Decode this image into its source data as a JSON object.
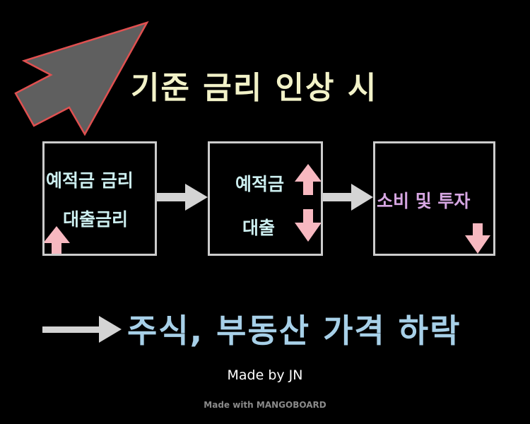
{
  "title": "기준 금리 인상 시",
  "boxes": [
    {
      "line1": "예적금 금리",
      "line2": "대출금리"
    },
    {
      "line1": "예적금",
      "line2": "대출"
    },
    {
      "line1": "소비 및 투자"
    }
  ],
  "result": "주식, 부동산 가격 하락",
  "credit": "Made by JN",
  "footer": "Made with MANGOBOARD",
  "colors": {
    "cursor_fill": "#5f5f5f",
    "cursor_stroke": "#e05050",
    "arrow_gray": "#d4d4d4",
    "pink": "#f7b8c0",
    "title": "#f2f2c8",
    "cyan_text": "#cdeff0",
    "lavender_text": "#d6a6e2",
    "result_text": "#a7d0e8"
  }
}
